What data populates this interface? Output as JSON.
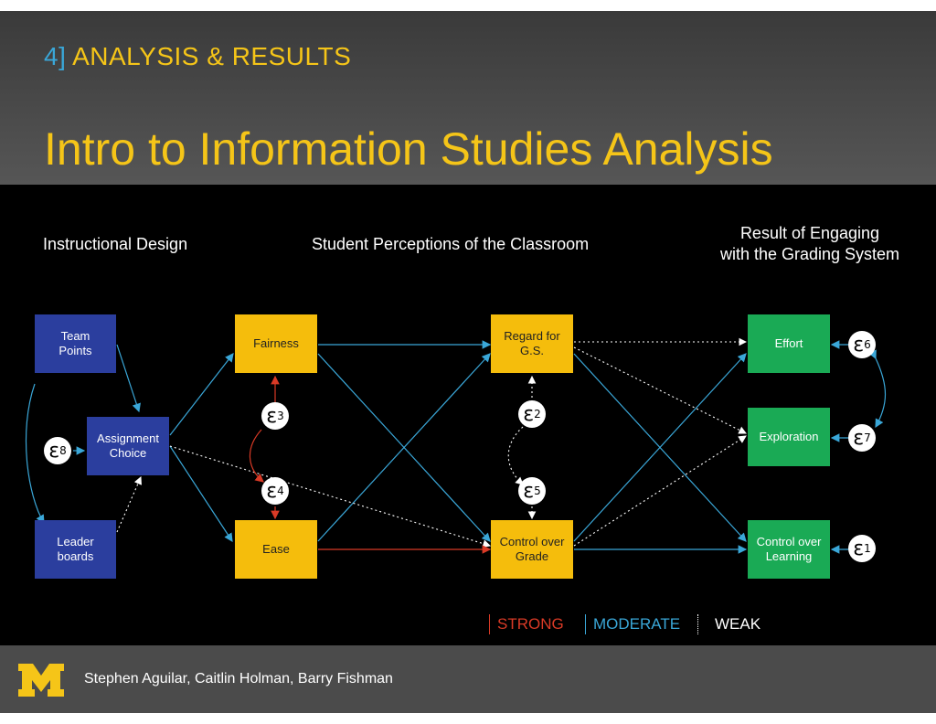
{
  "header": {
    "section_num": "4]",
    "section_text": "ANALYSIS & RESULTS",
    "title": "Intro to Information Studies Analysis"
  },
  "columns": {
    "left": "Instructional Design",
    "middle": "Student Perceptions of the Classroom",
    "right": "Result of Engaging\nwith the Grading System"
  },
  "nodes": {
    "team_points": "Team\nPoints",
    "assignment_choice": "Assignment\nChoice",
    "leader_boards": "Leader\nboards",
    "fairness": "Fairness",
    "ease": "Ease",
    "regard": "Regard for\nG.S.",
    "control_grade": "Control over\nGrade",
    "effort": "Effort",
    "exploration": "Exploration",
    "control_learning": "Control over\nLearning"
  },
  "errors": {
    "e1": {
      "symbol": "ε",
      "sub": "1"
    },
    "e2": {
      "symbol": "ε",
      "sub": "2"
    },
    "e3": {
      "symbol": "ε",
      "sub": "3"
    },
    "e4": {
      "symbol": "ε",
      "sub": "4"
    },
    "e5": {
      "symbol": "ε",
      "sub": "5"
    },
    "e6": {
      "symbol": "ε",
      "sub": "6"
    },
    "e7": {
      "symbol": "ε",
      "sub": "7"
    },
    "e8": {
      "symbol": "ε",
      "sub": "8"
    }
  },
  "legend": {
    "strong": "STRONG",
    "moderate": "MODERATE",
    "weak": "WEAK"
  },
  "colors": {
    "strong": "#d93a26",
    "moderate": "#3aa7d8",
    "weak": "#ffffff",
    "accent": "#f5c518"
  },
  "footer": {
    "authors": "Stephen Aguilar, Caitlin Holman, Barry Fishman",
    "logo_icon": "michigan-block-m-icon"
  }
}
